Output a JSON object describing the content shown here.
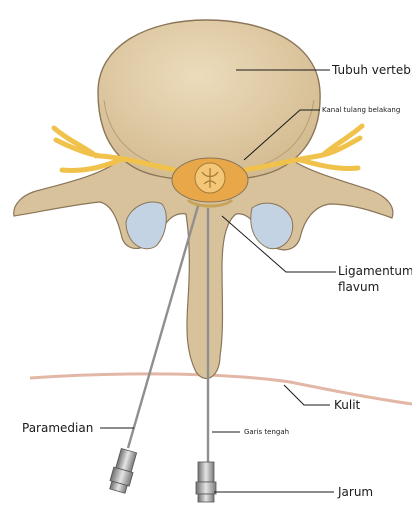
{
  "labels": {
    "vertebral_body": "Tubuh vertebra",
    "spinal_canal": "Kanal tulang belakang",
    "ligamentum_line1": "Ligamentum",
    "ligamentum_line2": "flavum",
    "skin": "Kulit",
    "paramedian": "Paramedian",
    "midline": "Garis tengah",
    "needle": "Jarum"
  },
  "colors": {
    "bone": "#d8c29c",
    "bone_light": "#e8d7b6",
    "bone_edge": "#8a7558",
    "nerve": "#f0c24b",
    "cord": "#e8a84a",
    "disc_blue": "#c3d3e4",
    "skin_line": "#e3b7a6",
    "needle": "#8f8f8f",
    "leader": "#1a1a1a"
  },
  "icons": [
    "paramedian-needle-hub-icon",
    "midline-needle-hub-icon"
  ]
}
